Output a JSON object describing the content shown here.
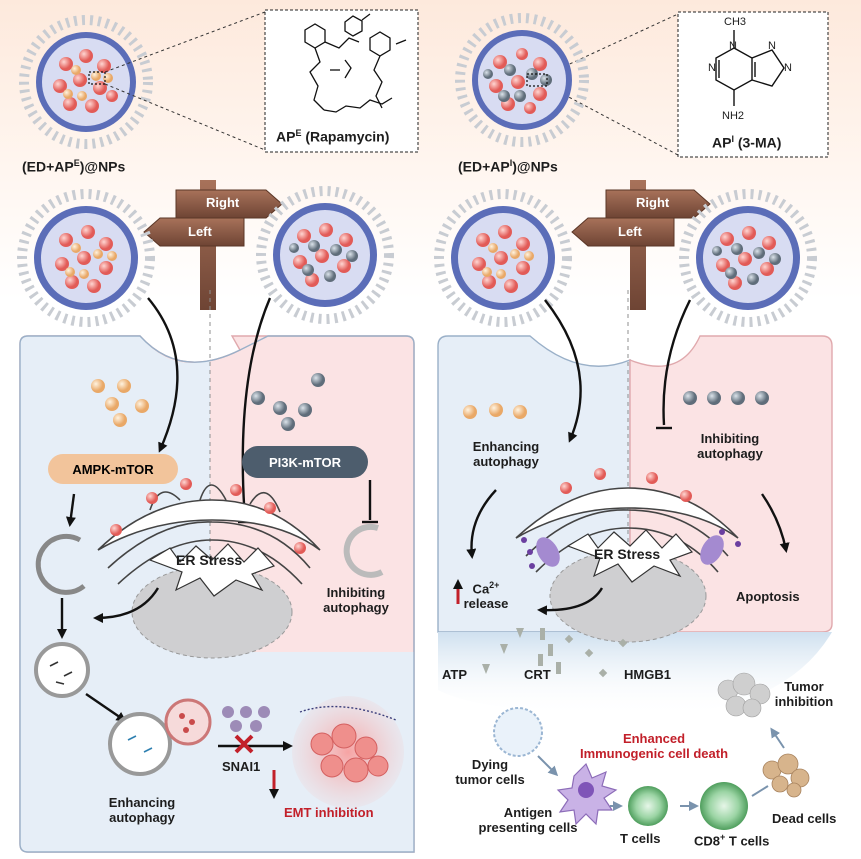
{
  "top": {
    "left_np_label_prefix": "(ED+AP",
    "left_np_sup": "E",
    "left_np_label_suffix": ")@NPs",
    "right_np_label_prefix": "(ED+AP",
    "right_np_sup": "I",
    "right_np_label_suffix": ")@NPs",
    "rapamycin_prefix": "AP",
    "rapamycin_sup": "E",
    "rapamycin_suffix": " (Rapamycin)",
    "ma_prefix": "AP",
    "ma_sup": "I",
    "ma_suffix": " (3-MA)",
    "ch3": "CH3",
    "nh2": "NH2",
    "atom_n": "N"
  },
  "signposts": {
    "right": "Right",
    "left": "Left"
  },
  "left_panel": {
    "ampk": "AMPK-mTOR",
    "pi3k": "PI3K-mTOR",
    "er_stress": "ER Stress",
    "inhibiting_1": "Inhibiting",
    "inhibiting_2": "autophagy",
    "enhancing_1": "Enhancing",
    "enhancing_2": "autophagy",
    "snai1": "SNAI1",
    "emt": "EMT inhibition"
  },
  "right_panel": {
    "enhancing_1": "Enhancing",
    "enhancing_2": "autophagy",
    "inhibiting_1": "Inhibiting",
    "inhibiting_2": "autophagy",
    "er_stress": "ER Stress",
    "ca": "Ca",
    "ca_sup": "2+",
    "release": "release",
    "apoptosis": "Apoptosis",
    "atp": "ATP",
    "crt": "CRT",
    "hmgb1": "HMGB1",
    "tumor_inhibition_1": "Tumor",
    "tumor_inhibition_2": "inhibition",
    "enhanced_1": "Enhanced",
    "enhanced_2": "Immunogenic  cell death",
    "dying_1": "Dying",
    "dying_2": "tumor cells",
    "apc_1": "Antigen",
    "apc_2": "presenting cells",
    "tcells": "T cells",
    "cd8_prefix": "CD8",
    "cd8_sup": "+",
    "cd8_suffix": " T cells",
    "dead": "Dead cells"
  },
  "colors": {
    "left_panel_bg": "#e6eef7",
    "right_panel_bg": "#fbe3e4",
    "ampk_pill": "#f2c49b",
    "pi3k_pill": "#4d5d6d",
    "red_text": "#c2202a",
    "np_core": "#5b6db8",
    "orange_ball": "#f3c48a",
    "grey_ball": "#7f8c98",
    "red_ball": "#ef7c78"
  }
}
